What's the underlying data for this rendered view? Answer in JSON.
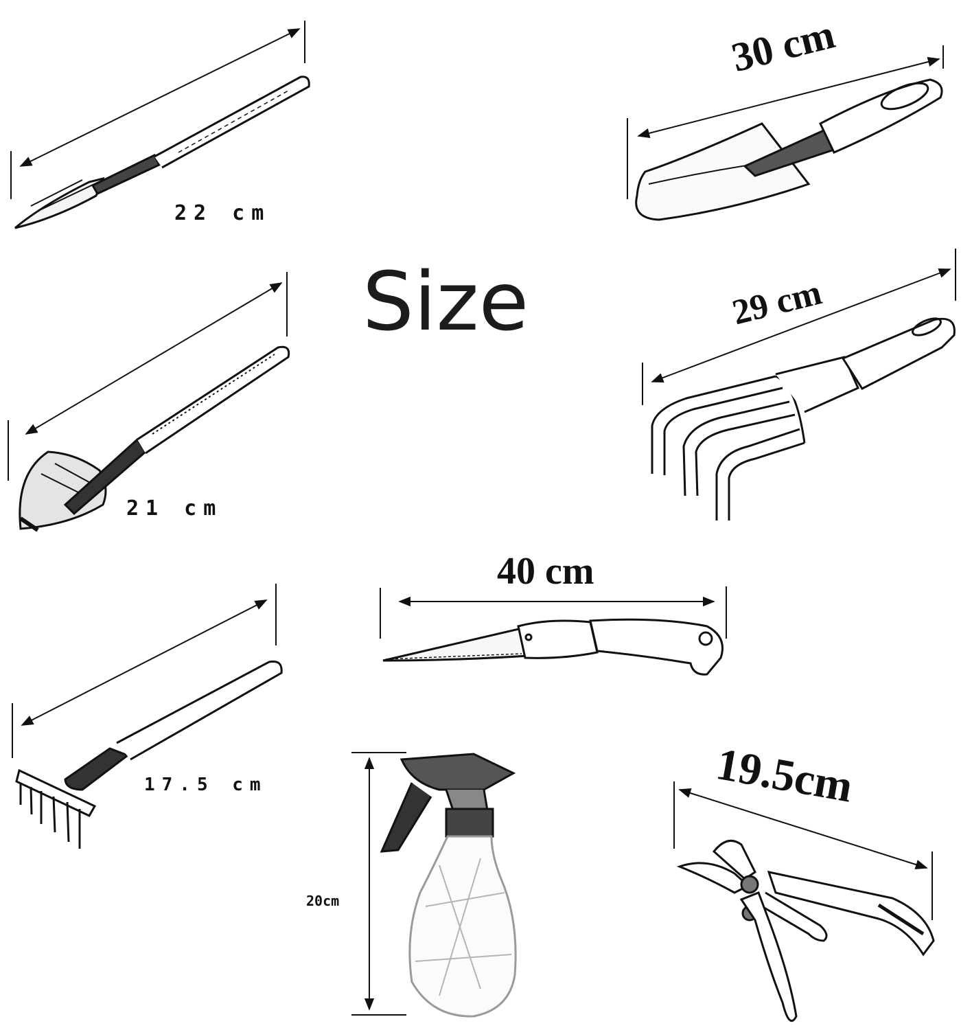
{
  "title": "Size",
  "tools": {
    "transplanter": {
      "label": "22 cm"
    },
    "trowel": {
      "label": "30 cm"
    },
    "shovel": {
      "label": "21 cm"
    },
    "cultivator": {
      "label": "29 cm"
    },
    "saw": {
      "label": "40 cm"
    },
    "rake": {
      "label": "17.5 cm"
    },
    "sprayer": {
      "label": "20cm"
    },
    "pruner": {
      "label": "19.5cm"
    }
  },
  "colors": {
    "ink": "#111111",
    "faded": "#9a9a9a"
  }
}
